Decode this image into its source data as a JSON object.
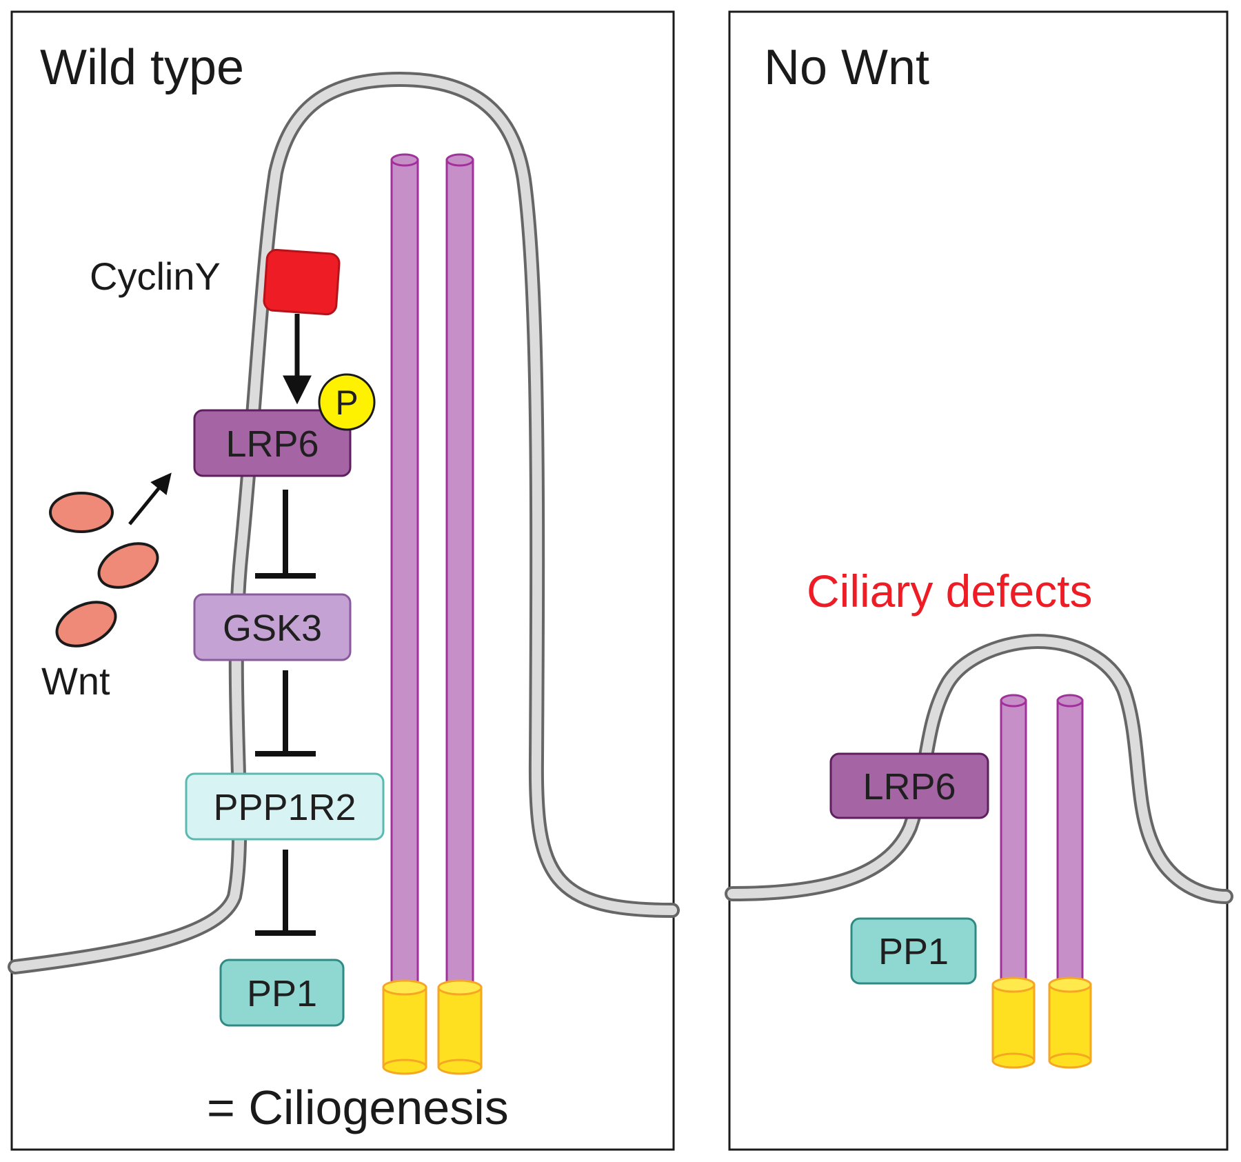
{
  "panels": {
    "wild_type": {
      "title": "Wild type",
      "cyclin_label": "CyclinY",
      "phospho_label": "P",
      "wnt_label": "Wnt",
      "lrp6": "LRP6",
      "gsk3": "GSK3",
      "ppp1r2": "PPP1R2",
      "pp1": "PP1",
      "outcome": "= Ciliogenesis"
    },
    "no_wnt": {
      "title": "No Wnt",
      "defect_label": "Ciliary defects",
      "lrp6": "LRP6",
      "pp1": "PP1"
    }
  },
  "colors": {
    "membrane_fill": "#dcdcdc",
    "membrane_edge": "#666666",
    "microtubule": "#c78fc7",
    "microtubule_edge": "#a0309a",
    "basal_body": "#ffe020",
    "basal_body_edge": "#f5a623",
    "cyclin": "#ee1c24",
    "phospho": "#fff200",
    "lrp6": "#a565a5",
    "gsk3": "#c4a3d4",
    "ppp1r2": "#d7f3f3",
    "pp1": "#8fd8d2",
    "wnt": "#f08a78",
    "defect_text": "#ee1c24"
  }
}
